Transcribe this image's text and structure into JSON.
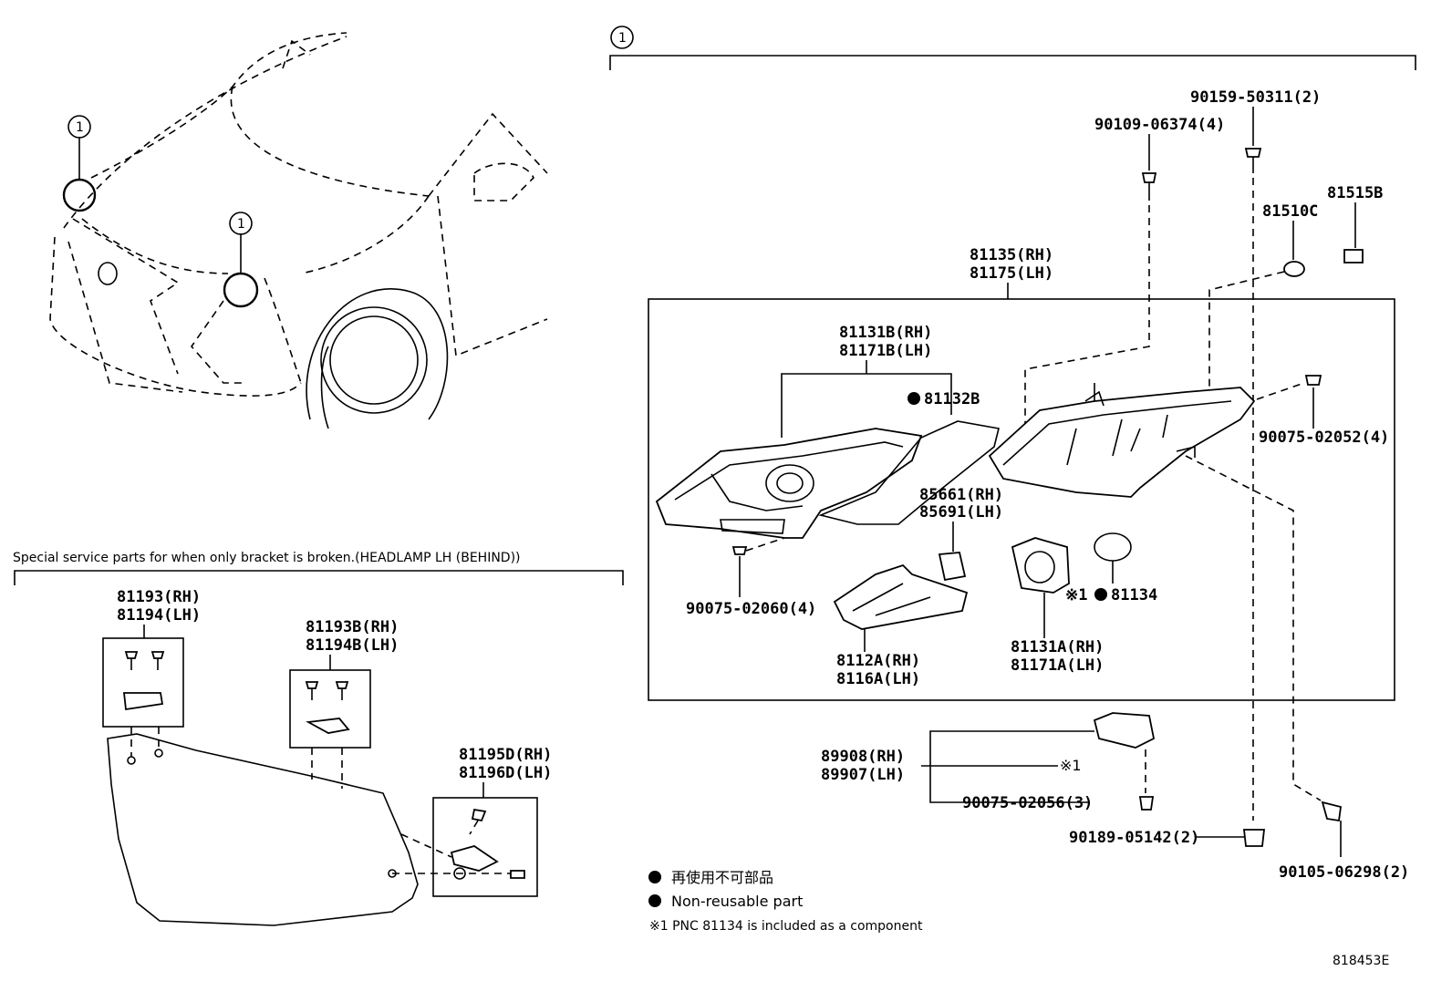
{
  "callout": "1",
  "diagram_id": "818453E",
  "special_caption": "Special service parts for when only bracket is broken.(HEADLAMP LH (BEHIND))",
  "labels": {
    "p90159": "90159-50311(2)",
    "p90109": "90109-06374(4)",
    "p81515B": "81515B",
    "p81510C": "81510C",
    "p81135": "81135(RH)",
    "p81175": "81175(LH)",
    "p81131B": "81131B(RH)",
    "p81171B": "81171B(LH)",
    "p81132B": "81132B",
    "p90075_02052": "90075-02052(4)",
    "p85661": "85661(RH)",
    "p85691": "85691(LH)",
    "p90075_02060": "90075-02060(4)",
    "ref1": "※1",
    "p81134": "81134",
    "p8112A": "8112A(RH)",
    "p8116A": "8116A(LH)",
    "p81131A": "81131A(RH)",
    "p81171A": "81171A(LH)",
    "p89908": "89908(RH)",
    "p89907": "89907(LH)",
    "ref1b": "※1",
    "p90075_02056": "90075-02056(3)",
    "p90189": "90189-05142(2)",
    "p90105": "90105-06298(2)",
    "p81193": "81193(RH)",
    "p81194": "81194(LH)",
    "p81193B": "81193B(RH)",
    "p81194B": "81194B(LH)",
    "p81195D": "81195D(RH)",
    "p81196D": "81196D(LH)"
  },
  "legend": {
    "jp": "再使用不可部品",
    "en": "Non-reusable part",
    "footnote": "※1 PNC 81134 is included as a component"
  }
}
